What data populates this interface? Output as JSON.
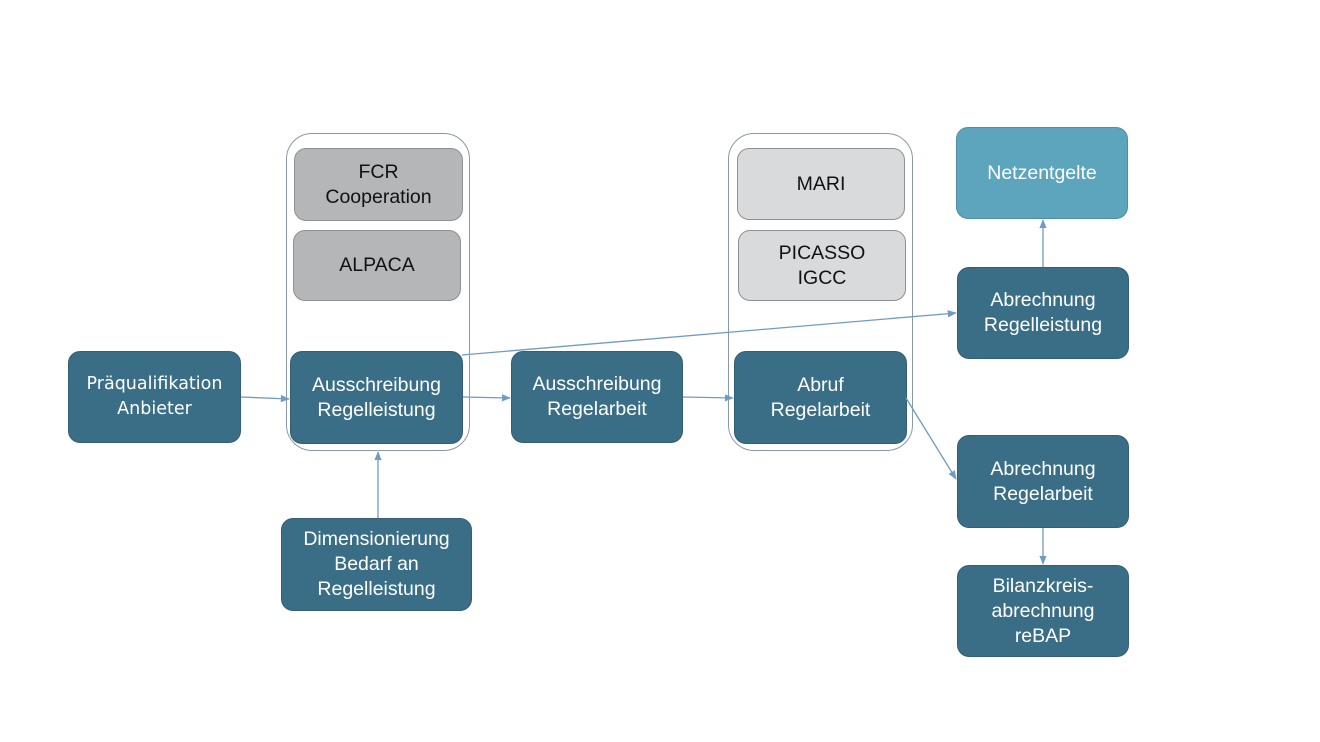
{
  "diagram": {
    "groups": {
      "capacity_platforms": "FCR Cooperation / ALPACA group",
      "energy_platforms": "MARI / PICASSO IGCC group"
    },
    "nodes": {
      "praequalifikation": "Präqualifikation\nAnbieter",
      "fcr": "FCR\nCooperation",
      "alpaca": "ALPACA",
      "ausschreibung_regelleistung": "Ausschreibung\nRegelleistung",
      "dimensionierung": "Dimensionierung\nBedarf an\nRegelleistung",
      "ausschreibung_regelarbeit": "Ausschreibung\nRegelarbeit",
      "mari": "MARI",
      "picasso": "PICASSO\nIGCC",
      "abruf_regelarbeit": "Abruf\nRegelarbeit",
      "netzentgelte": "Netzentgelte",
      "abrechnung_regelleistung": "Abrechnung\nRegelleistung",
      "abrechnung_regelarbeit": "Abrechnung\nRegelarbeit",
      "bilanzkreis": "Bilanzkreis-\nabrechnung\nreBAP"
    },
    "edges": [
      {
        "from": "praequalifikation",
        "to": "ausschreibung_regelleistung"
      },
      {
        "from": "dimensionierung",
        "to": "ausschreibung_regelleistung"
      },
      {
        "from": "ausschreibung_regelleistung",
        "to": "ausschreibung_regelarbeit"
      },
      {
        "from": "ausschreibung_regelleistung",
        "to": "abrechnung_regelleistung"
      },
      {
        "from": "ausschreibung_regelarbeit",
        "to": "abruf_regelarbeit"
      },
      {
        "from": "abruf_regelarbeit",
        "to": "abrechnung_regelarbeit"
      },
      {
        "from": "abrechnung_regelleistung",
        "to": "netzentgelte"
      },
      {
        "from": "abrechnung_regelarbeit",
        "to": "bilanzkreis"
      }
    ],
    "colors": {
      "node_dark": "#3a6e86",
      "node_light": "#5da4bd",
      "platform_grey_dark": "#b5b6b8",
      "platform_grey_light": "#d9dadb",
      "edge": "#6f9cc4"
    }
  }
}
